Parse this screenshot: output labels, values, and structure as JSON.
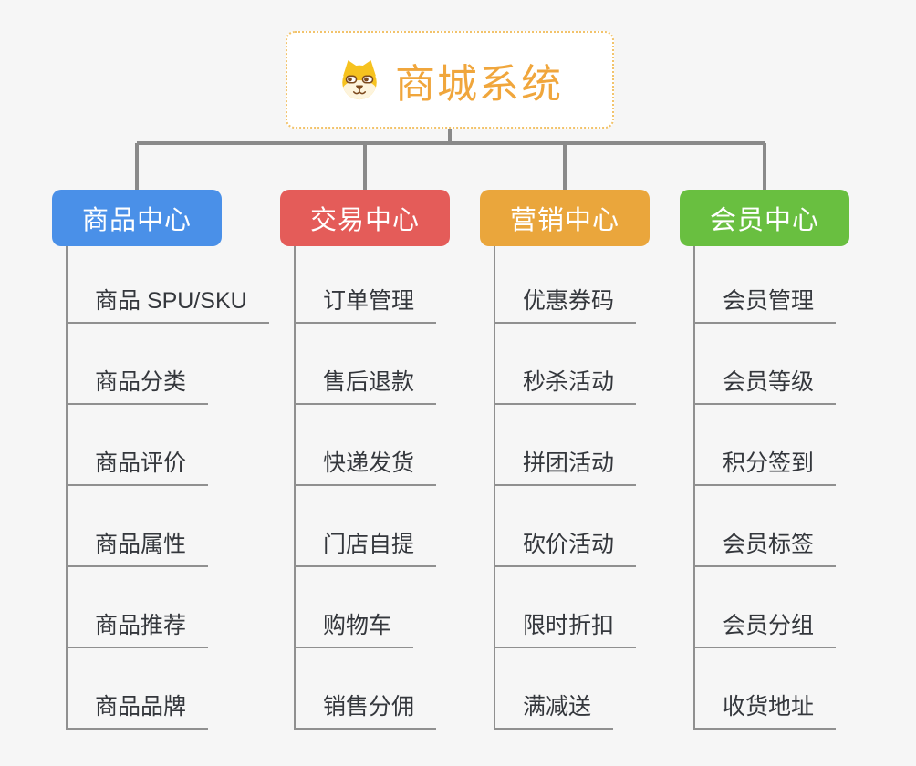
{
  "canvas": {
    "background": "#f6f6f6"
  },
  "root": {
    "title": "商城系统",
    "icon": "dog-face-icon",
    "text_color": "#f0a63c",
    "border_color": "#f2c36b",
    "background": "#ffffff"
  },
  "connectors": {
    "tree_line_color": "#8a8a8a",
    "branch_line_color": "#909090"
  },
  "branches": [
    {
      "label": "商品中心",
      "color": "#4a90e8",
      "children": [
        "商品 SPU/SKU",
        "商品分类",
        "商品评价",
        "商品属性",
        "商品推荐",
        "商品品牌"
      ]
    },
    {
      "label": "交易中心",
      "color": "#e45c59",
      "children": [
        "订单管理",
        "售后退款",
        "快递发货",
        "门店自提",
        "购物车",
        "销售分佣"
      ]
    },
    {
      "label": "营销中心",
      "color": "#eaa63c",
      "children": [
        "优惠券码",
        "秒杀活动",
        "拼团活动",
        "砍价活动",
        "限时折扣",
        "满减送"
      ]
    },
    {
      "label": "会员中心",
      "color": "#69bf40",
      "children": [
        "会员管理",
        "会员等级",
        "积分签到",
        "会员标签",
        "会员分组",
        "收货地址"
      ]
    }
  ]
}
